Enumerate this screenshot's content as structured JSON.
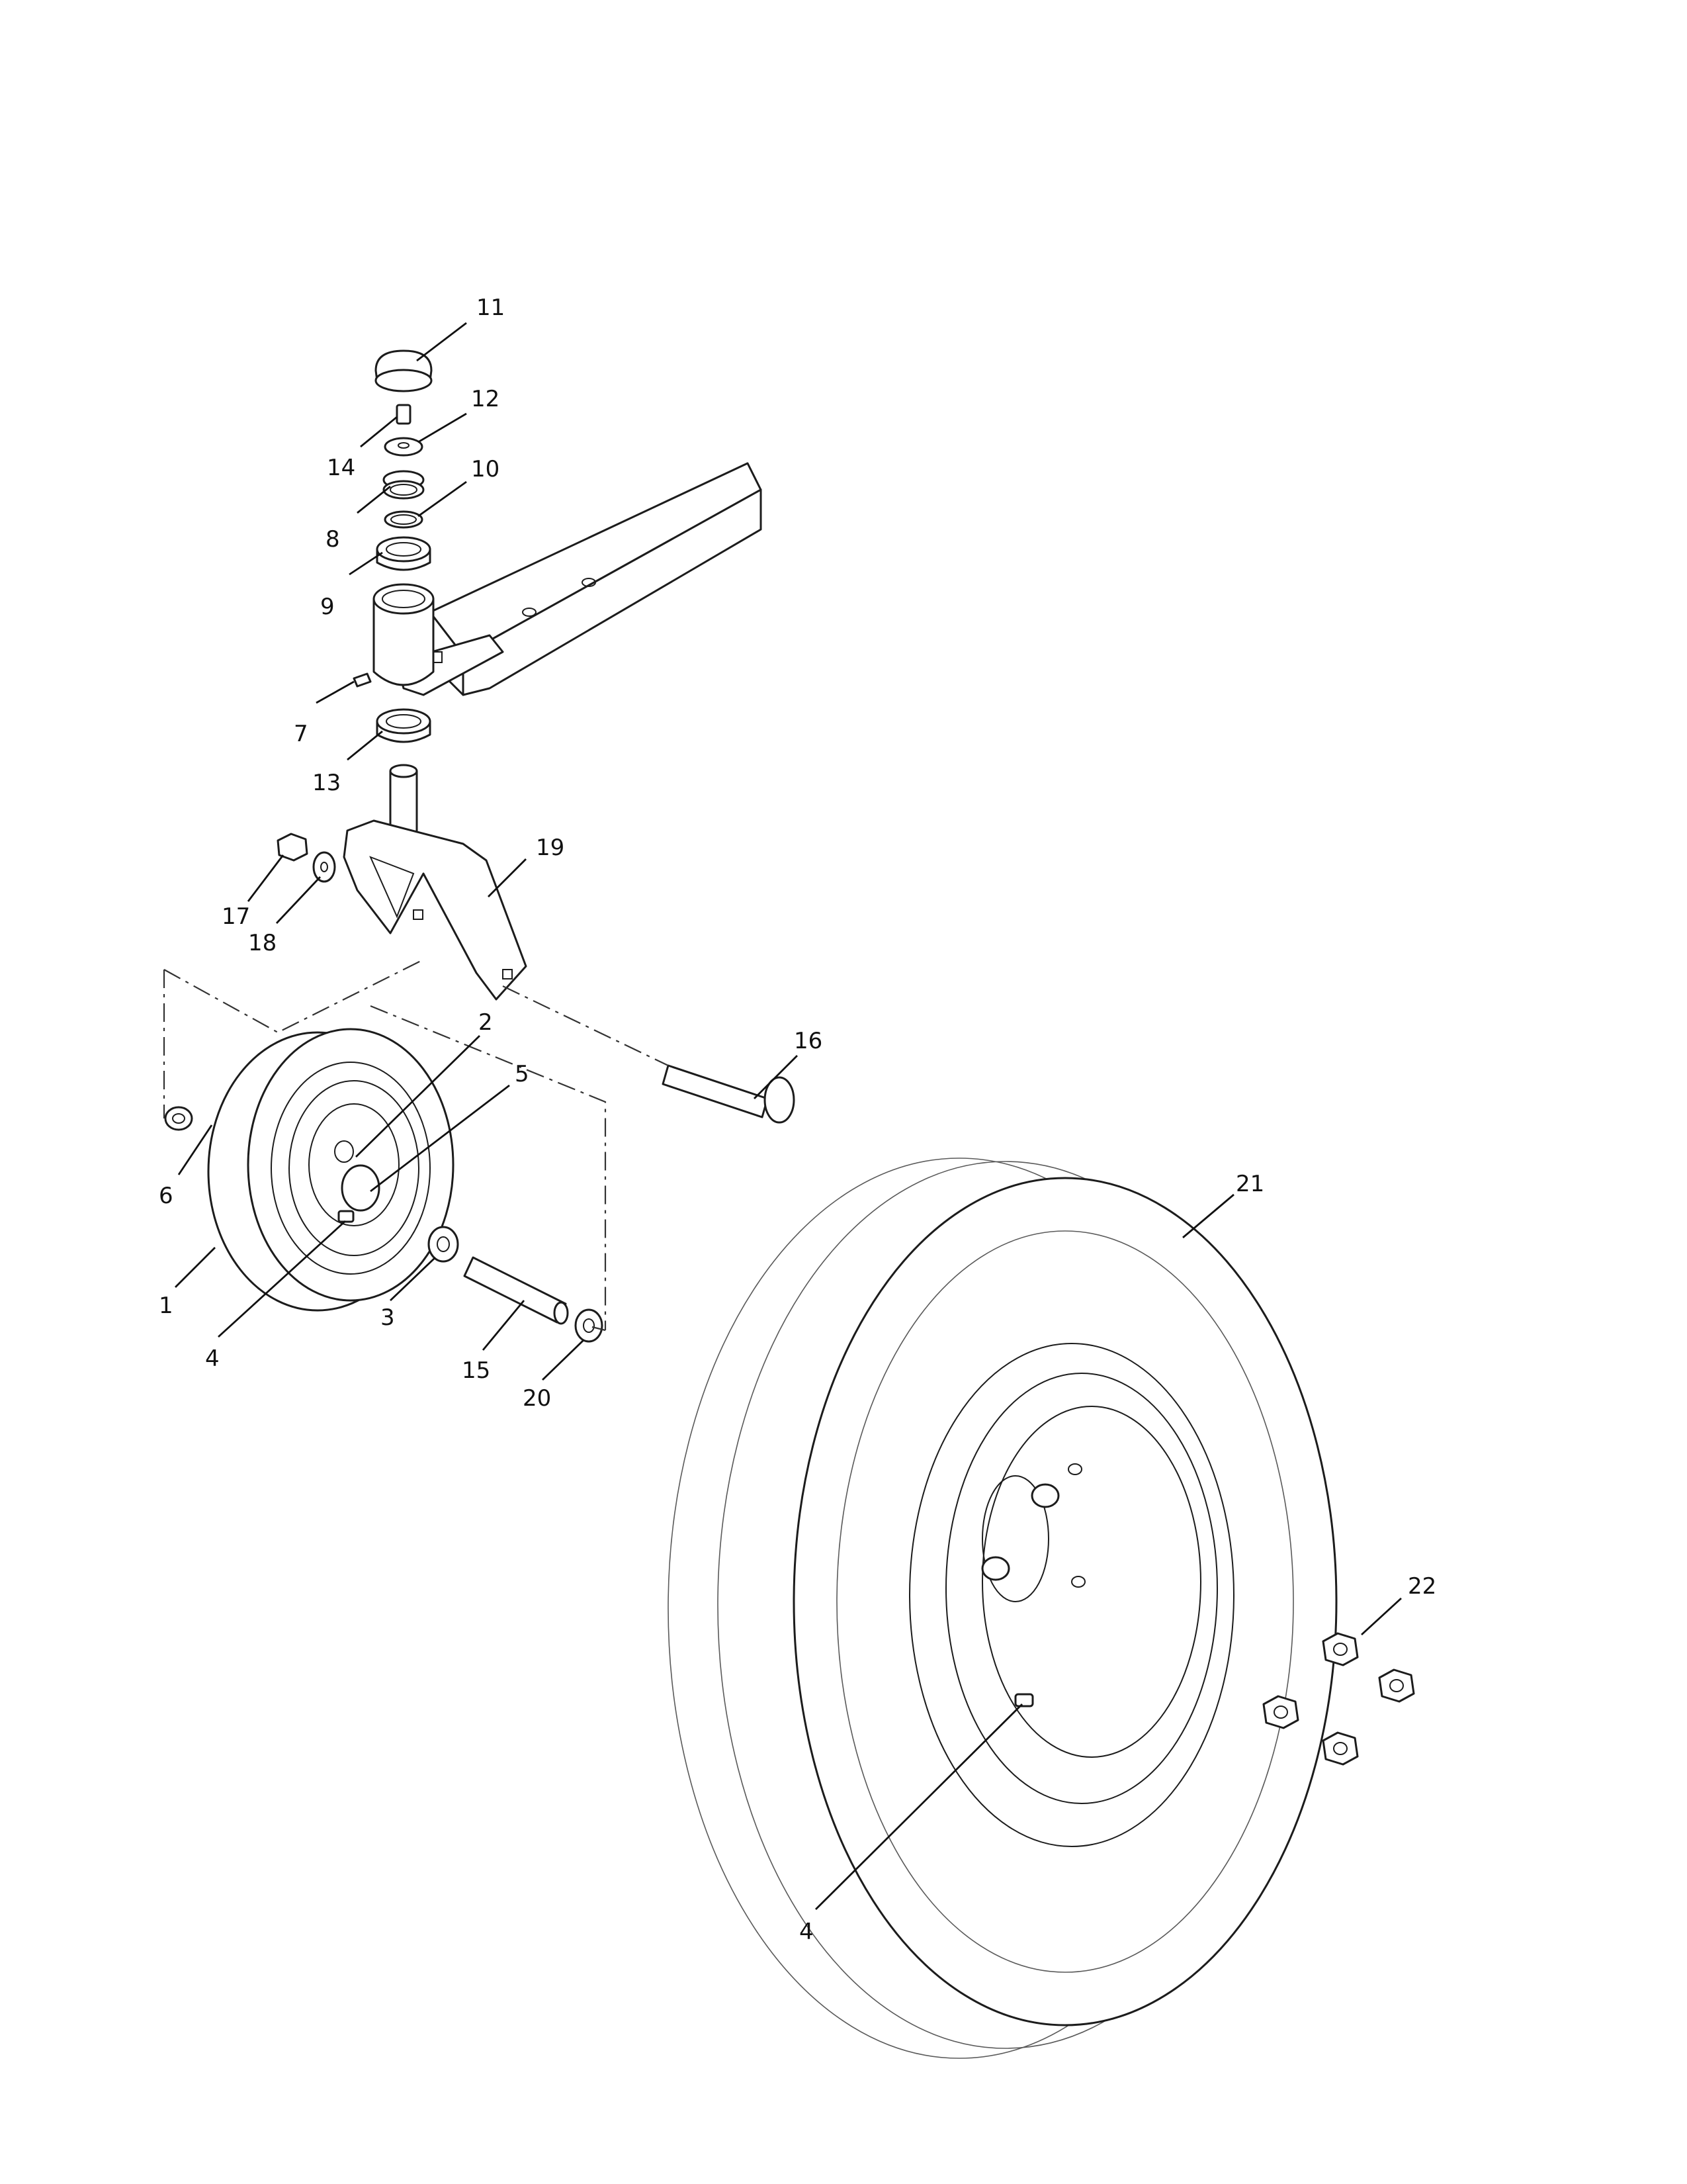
{
  "callouts": [
    {
      "id": "11",
      "label": "11"
    },
    {
      "id": "12",
      "label": "12"
    },
    {
      "id": "14",
      "label": "14"
    },
    {
      "id": "10",
      "label": "10"
    },
    {
      "id": "8",
      "label": "8"
    },
    {
      "id": "9",
      "label": "9"
    },
    {
      "id": "7",
      "label": "7"
    },
    {
      "id": "13",
      "label": "13"
    },
    {
      "id": "19",
      "label": "19"
    },
    {
      "id": "17",
      "label": "17"
    },
    {
      "id": "18",
      "label": "18"
    },
    {
      "id": "2",
      "label": "2"
    },
    {
      "id": "5",
      "label": "5"
    },
    {
      "id": "16",
      "label": "16"
    },
    {
      "id": "6",
      "label": "6"
    },
    {
      "id": "1",
      "label": "1"
    },
    {
      "id": "4a",
      "label": "4"
    },
    {
      "id": "3",
      "label": "3"
    },
    {
      "id": "15",
      "label": "15"
    },
    {
      "id": "20",
      "label": "20"
    },
    {
      "id": "21",
      "label": "21"
    },
    {
      "id": "22",
      "label": "22"
    },
    {
      "id": "4b",
      "label": "4"
    }
  ]
}
